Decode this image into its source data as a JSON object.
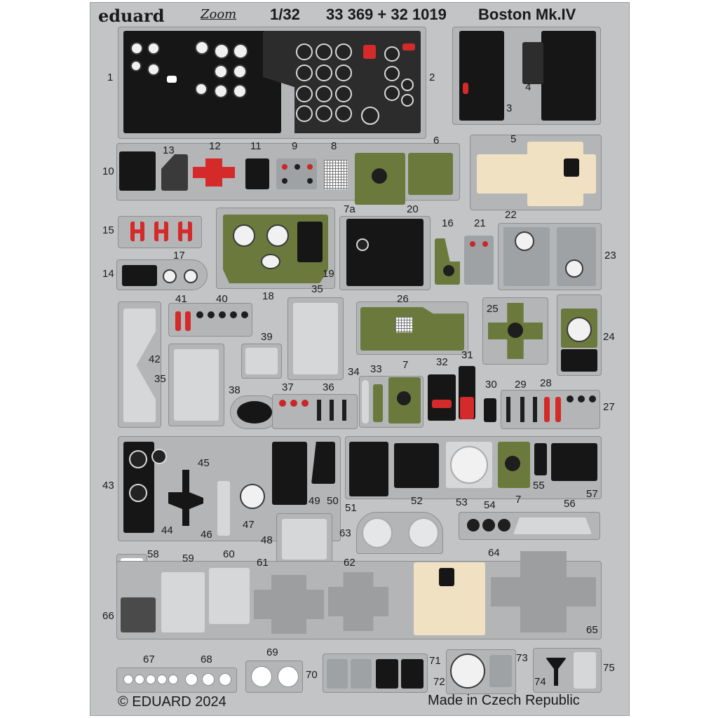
{
  "header": {
    "brand": "eduard",
    "sub_brand": "Zoom",
    "scale": "1/32",
    "codes": "33 369 + 32 1019",
    "model": "Boston Mk.IV"
  },
  "footer": {
    "copyright": "© EDUARD 2024",
    "origin": "Made in Czech Republic"
  },
  "part_numbers": {
    "p1": "1",
    "p2": "2",
    "p3": "3",
    "p4": "4",
    "p5": "5",
    "p6": "6",
    "p7a": "7a",
    "p7b": "7",
    "p7c": "7",
    "p8": "8",
    "p9": "9",
    "p10": "10",
    "p11": "11",
    "p12": "12",
    "p13": "13",
    "p14": "14",
    "p15": "15",
    "p16": "16",
    "p17": "17",
    "p18": "18",
    "p19": "19",
    "p20": "20",
    "p21": "21",
    "p22": "22",
    "p23": "23",
    "p24": "24",
    "p25": "25",
    "p26": "26",
    "p27": "27",
    "p28": "28",
    "p29": "29",
    "p30": "30",
    "p31": "31",
    "p32": "32",
    "p33": "33",
    "p34": "34",
    "p35a": "35",
    "p35b": "35",
    "p36": "36",
    "p37": "37",
    "p38": "38",
    "p39": "39",
    "p40": "40",
    "p41": "41",
    "p42": "42",
    "p43": "43",
    "p44": "44",
    "p45": "45",
    "p46": "46",
    "p47": "47",
    "p48": "48",
    "p49": "49",
    "p50": "50",
    "p51": "51",
    "p52": "52",
    "p53": "53",
    "p54": "54",
    "p55": "55",
    "p56": "56",
    "p57": "57",
    "p58": "58",
    "p59": "59",
    "p60": "60",
    "p61": "61",
    "p62": "62",
    "p63": "63",
    "p64": "64",
    "p65": "65",
    "p66": "66",
    "p67": "67",
    "p68": "68",
    "p69": "69",
    "p70": "70",
    "p71": "71",
    "p72": "72",
    "p73": "73",
    "p74": "74",
    "p75": "75"
  },
  "colors": {
    "fret": "#c2c4c6",
    "panel_black": "#161616",
    "panel_green": "#6b7a3c",
    "beige": "#efe1c2",
    "red": "#d42a2a"
  }
}
